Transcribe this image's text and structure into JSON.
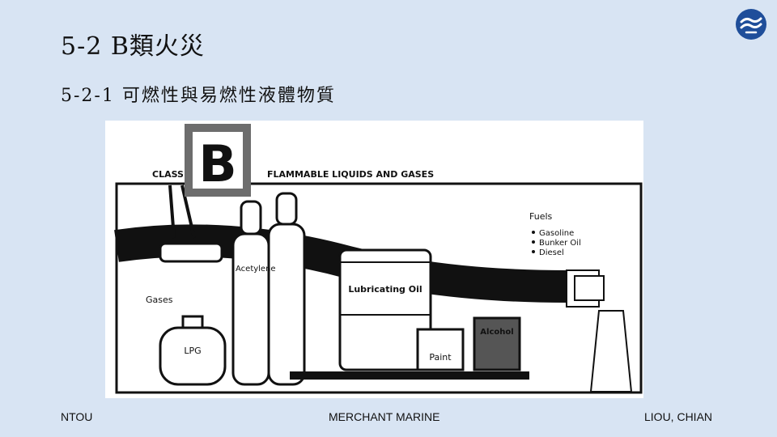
{
  "slide": {
    "title": "5-2 B類火災",
    "subtitle": "5-2-1 可燃性與易燃性液體物質"
  },
  "logo": {
    "icon": "ntou-logo-icon",
    "color": "#1f4e9a"
  },
  "figure": {
    "class_label": "CLASS",
    "class_letter": "B",
    "heading": "FLAMMABLE LIQUIDS AND GASES",
    "labels": {
      "acetylene": "Acetylene",
      "gases": "Gases",
      "lpg": "LPG",
      "lubricating_oil": "Lubricating Oil",
      "paint": "Paint",
      "alcohol": "Alcohol",
      "fuels": "Fuels"
    },
    "fuels_list": [
      "Gasoline",
      "Bunker Oil",
      "Diesel"
    ]
  },
  "footer": {
    "left": "NTOU",
    "center": "MERCHANT MARINE",
    "right": "LIOU, CHIAN"
  }
}
